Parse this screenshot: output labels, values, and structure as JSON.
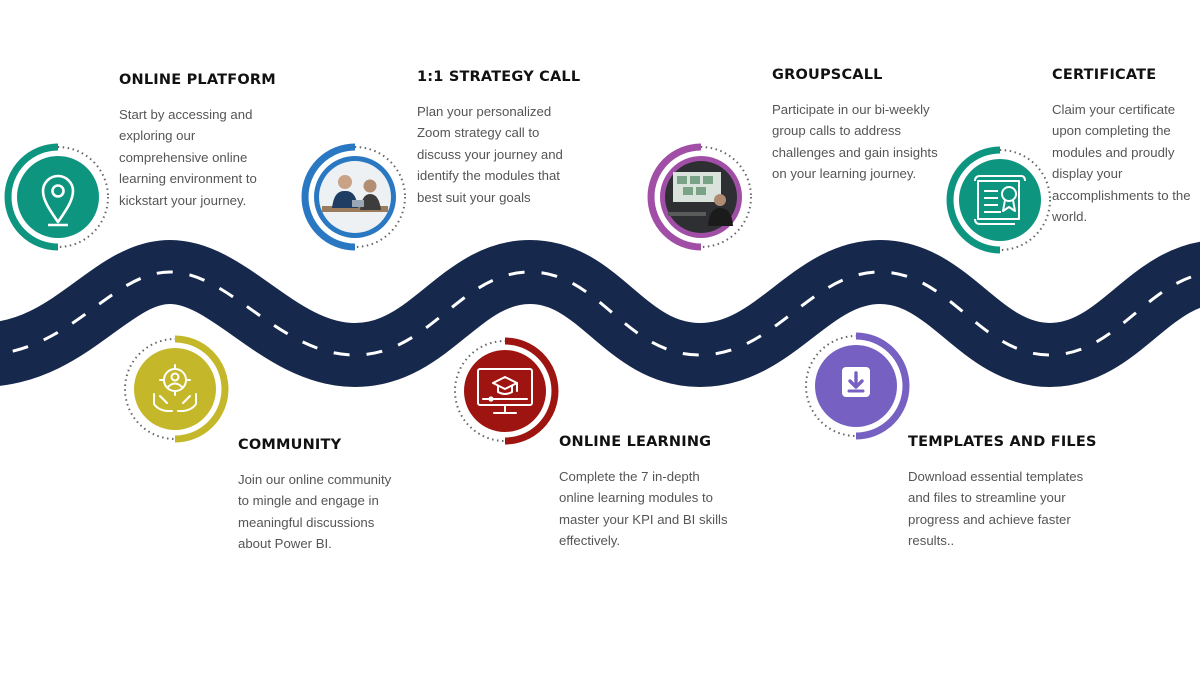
{
  "road": {
    "color": "#16284b",
    "dash_color": "#ffffff"
  },
  "steps": [
    {
      "title": "ONLINE PLATFORM",
      "description": "Start by accessing and exploring our comprehensive online learning environment to kickstart your journey.",
      "color": "#0e9580",
      "icon": "location-pin-icon"
    },
    {
      "title": "1:1 STRATEGY CALL",
      "description": "Plan your personalized Zoom strategy call to discuss your journey and identify the modules that best suit your goals",
      "color": "#2a78c2",
      "icon": "meeting-photo"
    },
    {
      "title": "GROUPSCALL",
      "description": "Participate in our bi-weekly group calls to address challenges and gain insights on your learning journey.",
      "color": "#a04ea6",
      "icon": "group-call-photo"
    },
    {
      "title": "CERTIFICATE",
      "description": "Claim your certificate upon completing the modules and proudly display your accomplishments to the world.",
      "color": "#0e9580",
      "icon": "certificate-icon"
    },
    {
      "title": "COMMUNITY",
      "description": "Join our online community to mingle and engage in meaningful discussions about Power BI.",
      "color": "#c4b82a",
      "icon": "community-icon"
    },
    {
      "title": "ONLINE LEARNING",
      "description": "Complete the 7 in-depth online learning modules to master your KPI and BI skills effectively.",
      "color": "#9e1410",
      "icon": "e-learning-icon"
    },
    {
      "title": "TEMPLATES AND FILES",
      "description": "Download essential templates and files to streamline your progress and achieve faster results..",
      "color": "#7661c3",
      "icon": "download-icon"
    }
  ]
}
